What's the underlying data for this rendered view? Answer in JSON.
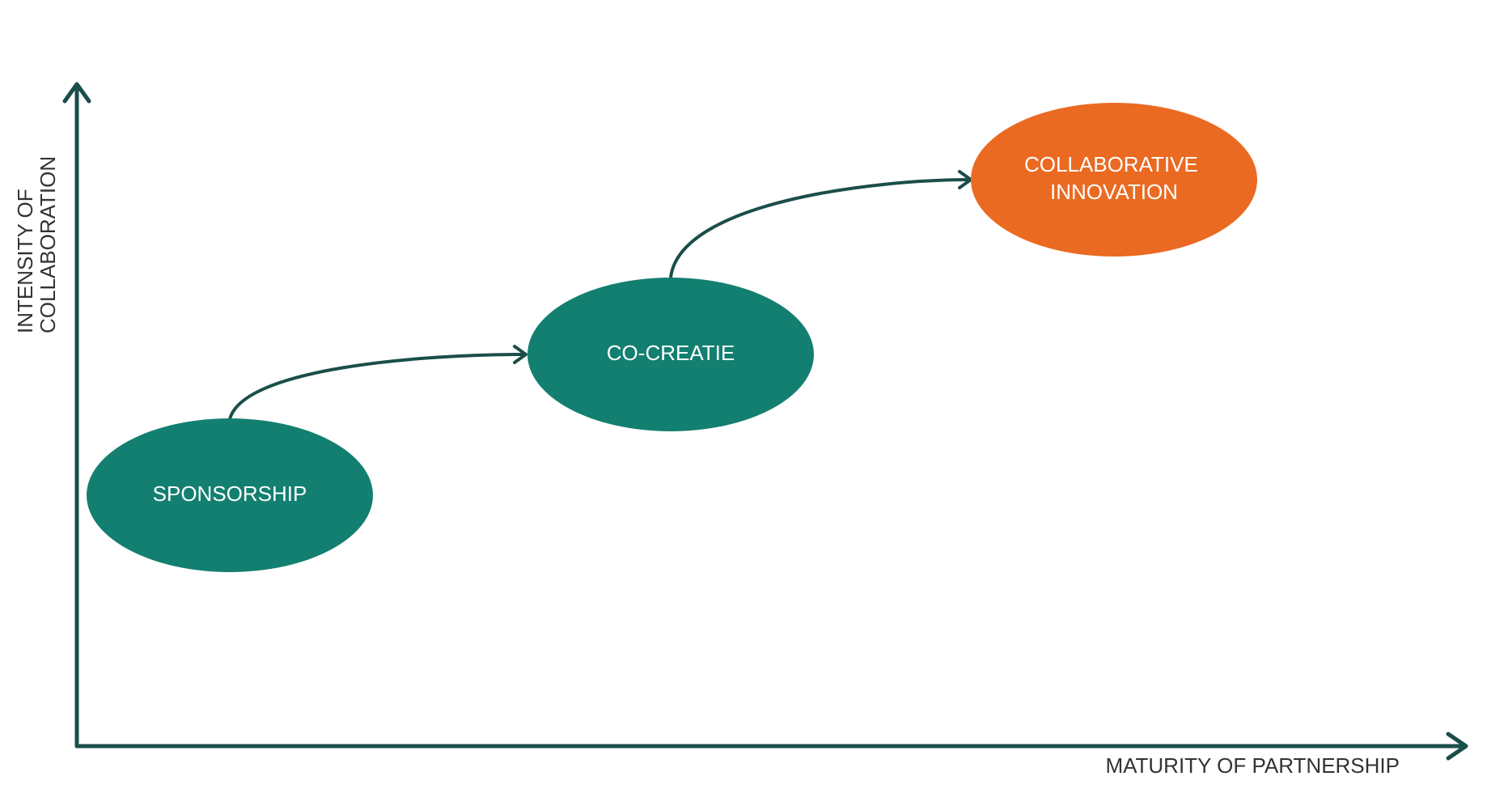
{
  "diagram": {
    "y_axis_label": [
      "INTENSITY OF",
      "COLLABORATION"
    ],
    "x_axis_label": "MATURITY OF PARTNERSHIP",
    "nodes": [
      {
        "id": "sponsorship",
        "label": [
          "SPONSORSHIP"
        ],
        "color": "#137f70"
      },
      {
        "id": "co-creatie",
        "label": [
          "CO-CREATIE"
        ],
        "color": "#137f70"
      },
      {
        "id": "collaborative-innovation",
        "label": [
          "COLLABORATIVE",
          "INNOVATION"
        ],
        "color": "#ea6a22"
      }
    ],
    "edges": [
      {
        "from": "sponsorship",
        "to": "co-creatie"
      },
      {
        "from": "co-creatie",
        "to": "collaborative-innovation"
      }
    ],
    "colors": {
      "axis": "#1b4e4a",
      "node_teal": "#137f70",
      "node_orange": "#ea6a22",
      "label_text": "#333333",
      "node_text": "#ffffff"
    }
  }
}
